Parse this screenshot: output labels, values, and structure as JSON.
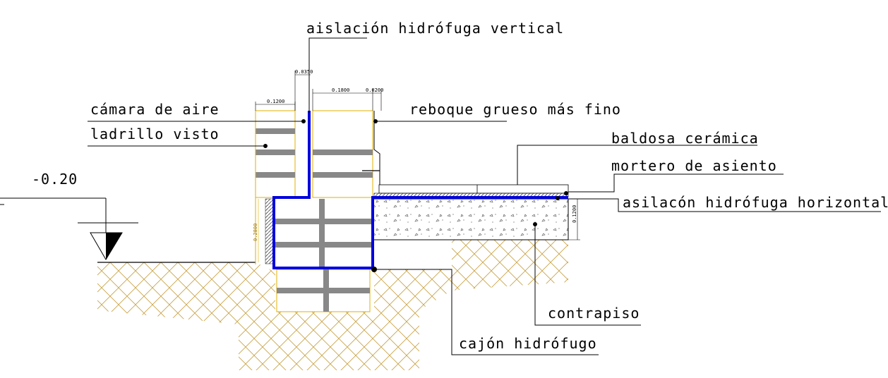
{
  "level": "-0.20",
  "labels": {
    "aislacion_vertical": "aislación hidrófuga vertical",
    "camara_aire": "cámara de aire",
    "ladrillo_visto": "ladrillo visto",
    "revoque": "reboque grueso más fino",
    "baldosa": "baldosa cerámica",
    "mortero": "mortero de asiento",
    "aislacion_horizontal": "asilacón hidrófuga horizontal",
    "contrapiso": "contrapiso",
    "cajon": "cajón hidrófugo"
  },
  "dimensions": {
    "d1": "0.1200",
    "d2": "0.0350",
    "d3": "0.1800",
    "d4": "0.0200",
    "d5": "0.1200",
    "d6": "0.2800"
  },
  "colors": {
    "waterproofing": "#0000dd",
    "brick_outline": "#e0b000",
    "brick_fill": "#888888",
    "earth_hatch": "#c8a040",
    "line": "#000000"
  }
}
